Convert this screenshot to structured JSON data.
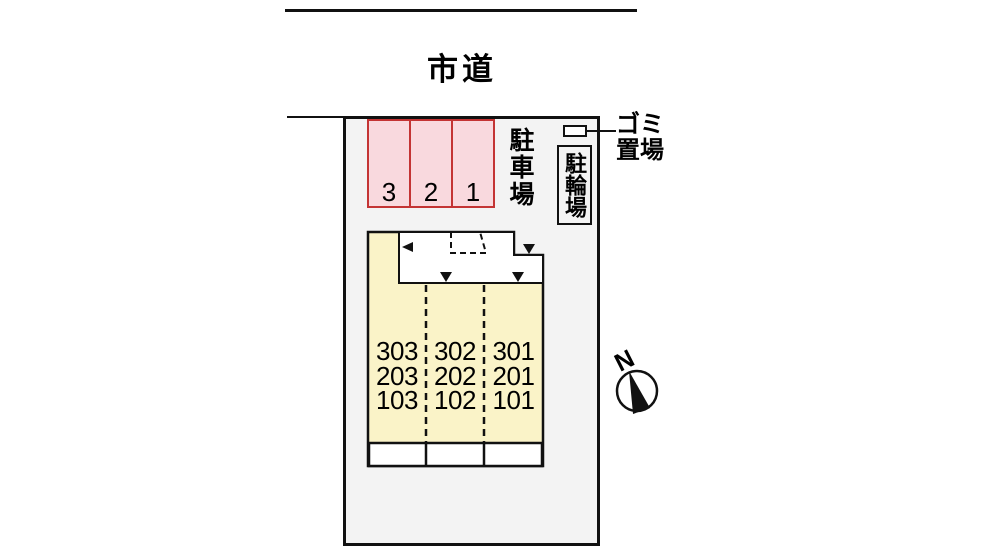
{
  "road": {
    "label": "市道"
  },
  "plot": {
    "fill": "#f3f3f3",
    "border": "#111111"
  },
  "parking": {
    "label": "駐車場",
    "stalls": [
      "3",
      "2",
      "1"
    ],
    "fill": "#f9d9de",
    "border": "#c43434"
  },
  "trash": {
    "label_lines": [
      "ゴミ",
      "置場"
    ]
  },
  "bicycle": {
    "label": "駐輪場"
  },
  "building": {
    "fill": "#faf3c8",
    "units": [
      [
        "303",
        "302",
        "301"
      ],
      [
        "203",
        "202",
        "201"
      ],
      [
        "103",
        "102",
        "101"
      ]
    ]
  },
  "compass": {
    "label": "N"
  }
}
